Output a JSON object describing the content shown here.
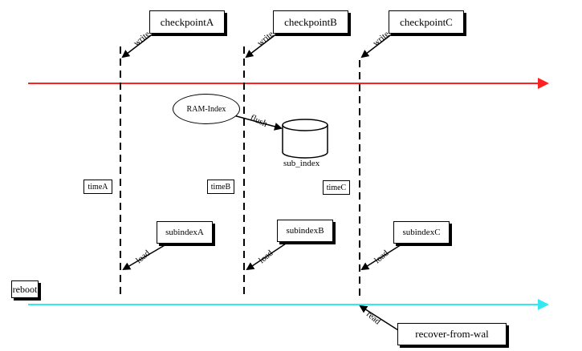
{
  "checkpoints": [
    {
      "label": "checkpointA"
    },
    {
      "label": "checkpointB"
    },
    {
      "label": "checkpointC"
    }
  ],
  "times": [
    {
      "label": "timeA"
    },
    {
      "label": "timeB"
    },
    {
      "label": "timeC"
    }
  ],
  "subindexes": [
    {
      "label": "subindexA"
    },
    {
      "label": "subindexB"
    },
    {
      "label": "subindexC"
    }
  ],
  "edges": {
    "write": "write",
    "load": "load",
    "flush": "flush",
    "read": "read"
  },
  "ram_index": "RAM-Index",
  "sub_index": "sub_index",
  "reboot": "reboot",
  "recover": "recover-from-wal",
  "colors": {
    "top_timeline": "#ff2020",
    "bottom_timeline": "#33e8f0",
    "ink": "#000000"
  }
}
